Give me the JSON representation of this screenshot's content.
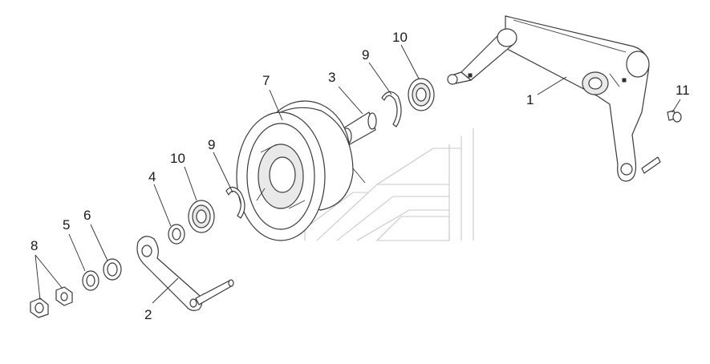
{
  "diagram": {
    "callouts": [
      {
        "id": "c1",
        "text": "1"
      },
      {
        "id": "c2",
        "text": "2"
      },
      {
        "id": "c3",
        "text": "3"
      },
      {
        "id": "c4",
        "text": "4"
      },
      {
        "id": "c5",
        "text": "5"
      },
      {
        "id": "c6",
        "text": "6"
      },
      {
        "id": "c7",
        "text": "7"
      },
      {
        "id": "c8",
        "text": "8"
      },
      {
        "id": "c9a",
        "text": "9"
      },
      {
        "id": "c9b",
        "text": "9"
      },
      {
        "id": "c10a",
        "text": "10"
      },
      {
        "id": "c10b",
        "text": "10"
      },
      {
        "id": "c11",
        "text": "11"
      }
    ],
    "colors": {
      "line": "#3a3a3a",
      "watermark": "#c8c8c8"
    }
  }
}
